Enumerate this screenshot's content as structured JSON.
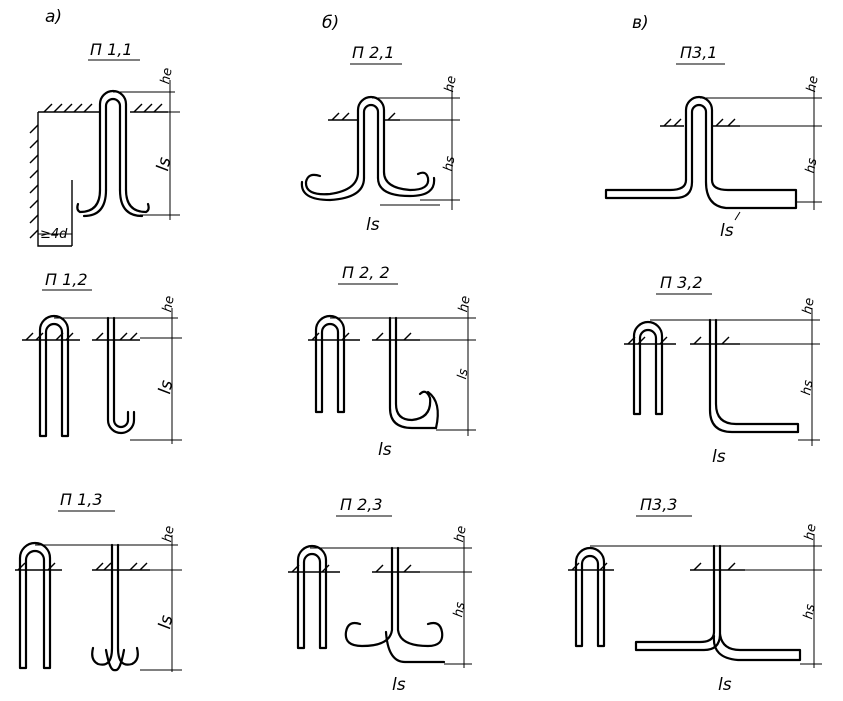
{
  "columns": [
    {
      "label": "а)"
    },
    {
      "label": "б)"
    },
    {
      "label": "в)"
    }
  ],
  "panels": {
    "p11": {
      "title": "П 1,1",
      "he": "he",
      "depth": "ls",
      "edge": "≥4d"
    },
    "p12": {
      "title": "П 1,2",
      "he": "he",
      "depth": "ls"
    },
    "p13": {
      "title": "П 1,3",
      "he": "he",
      "depth": "ls"
    },
    "p21": {
      "title": "П 2,1",
      "he": "he",
      "depth": "hs",
      "anchor": "ls"
    },
    "p22": {
      "title": "П 2, 2",
      "he": "he",
      "depth": "ls",
      "anchor": "ls"
    },
    "p23": {
      "title": "П 2,3",
      "he": "he",
      "depth": "hs",
      "anchor": "ls"
    },
    "p31": {
      "title": "П3,1",
      "he": "he",
      "depth": "hs",
      "anchor": "ls"
    },
    "p32": {
      "title": "П 3,2",
      "he": "he",
      "depth": "hs",
      "anchor": "ls"
    },
    "p33": {
      "title": "П3,3",
      "he": "he",
      "depth": "hs",
      "anchor": "ls"
    }
  }
}
